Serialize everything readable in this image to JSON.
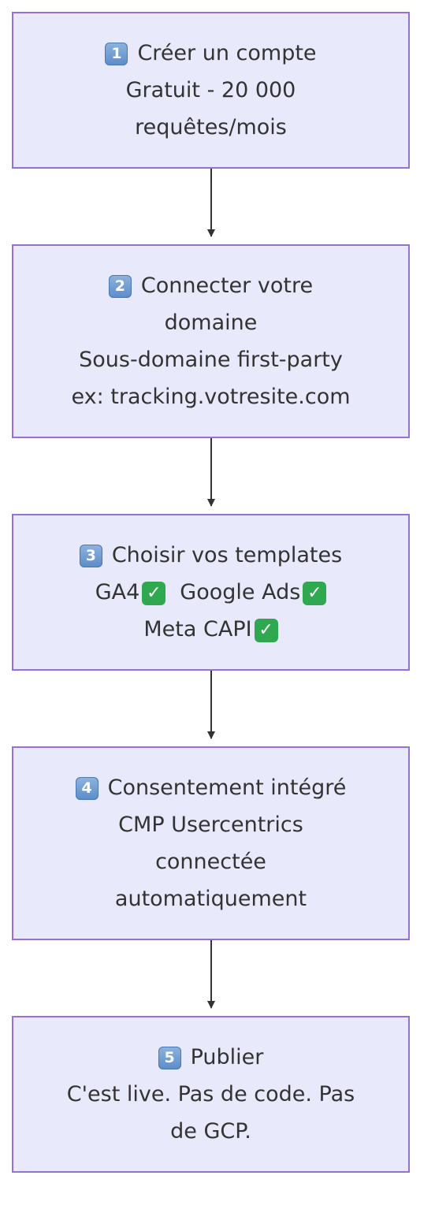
{
  "diagram": {
    "steps": [
      {
        "number": "1",
        "title": "Créer un compte",
        "lines": [
          "Gratuit - 20 000",
          "requêtes/mois"
        ]
      },
      {
        "number": "2",
        "title": "Connecter votre",
        "lines": [
          "domaine",
          "Sous-domaine first-party",
          "ex: tracking.votresite.com"
        ]
      },
      {
        "number": "3",
        "title": "Choisir vos templates",
        "templates": [
          "GA4",
          "Google Ads",
          "Meta CAPI"
        ],
        "check_icon": "check-mark-button-icon",
        "check_color": "#2fa84f"
      },
      {
        "number": "4",
        "title": "Consentement intégré",
        "lines": [
          "CMP Usercentrics",
          "connectée",
          "automatiquement"
        ]
      },
      {
        "number": "5",
        "title": "Publier",
        "lines": [
          "C'est live. Pas de code. Pas",
          "de GCP."
        ]
      }
    ],
    "colors": {
      "node_fill": "#e9e9fc",
      "node_border": "#9370db",
      "text": "#333333",
      "edge": "#333333"
    }
  }
}
